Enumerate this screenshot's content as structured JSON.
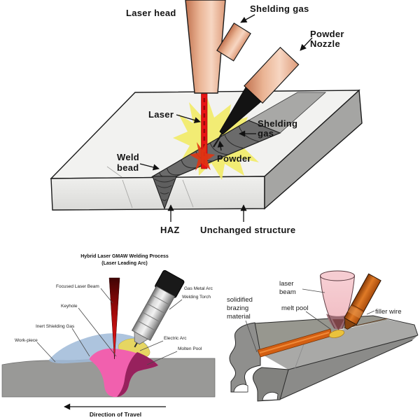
{
  "top_diagram": {
    "labels": {
      "laser_head": "Laser head",
      "shielding_gas_top": "Shelding gas",
      "powder_nozzle_line1": "Powder",
      "powder_nozzle_line2": "Nozzle",
      "laser": "Laser",
      "shielding_gas_side_line1": "Shelding",
      "shielding_gas_side_line2": "gas",
      "powder": "Powder",
      "weld_bead_line1": "Weld",
      "weld_bead_line2": "bead",
      "haz": "HAZ",
      "unchanged_structure": "Unchanged structure"
    }
  },
  "bottom_left_diagram": {
    "title_line1": "Hybrid Laser GMAW Welding Process",
    "title_line2": "(Laser Leading Arc)",
    "labels": {
      "focused_laser_beam": "Focused Laser Beam",
      "keyhole": "Keyhole",
      "inert_shielding_gas": "Inert Shielding Gas",
      "work_piece": "Work-piece",
      "gmaw_torch_line1": "Gas Metal Arc",
      "gmaw_torch_line2": "Welding Torch",
      "electric_arc": "Electric Arc",
      "molten_pool": "Molten Pool",
      "direction_of_travel": "Direction of Travel"
    }
  },
  "bottom_right_diagram": {
    "labels": {
      "laser_beam_line1": "laser",
      "laser_beam_line2": "beam",
      "solidified_line1": "solidified",
      "solidified_line2": "brazing",
      "solidified_line3": "material",
      "melt_pool": "melt pool",
      "filler_wire": "filler wire"
    }
  },
  "colors": {
    "laser_red": "#e81414",
    "glow_yellow": "#f2ec69",
    "nozzle_peach": "#eab494",
    "plate_gray": "#f2f2f0",
    "weld_bead_gray": "#6b6b6b",
    "molten_pool_pink": "#f160ae",
    "molten_pool_dark": "#97215d",
    "shield_gas_blue": "#9fbad8",
    "arc_yellow": "#e6d662",
    "braze_orange": "#d35f12",
    "melt_pool_yellow": "#eac23c",
    "filler_wire_orange": "#e07a26"
  }
}
